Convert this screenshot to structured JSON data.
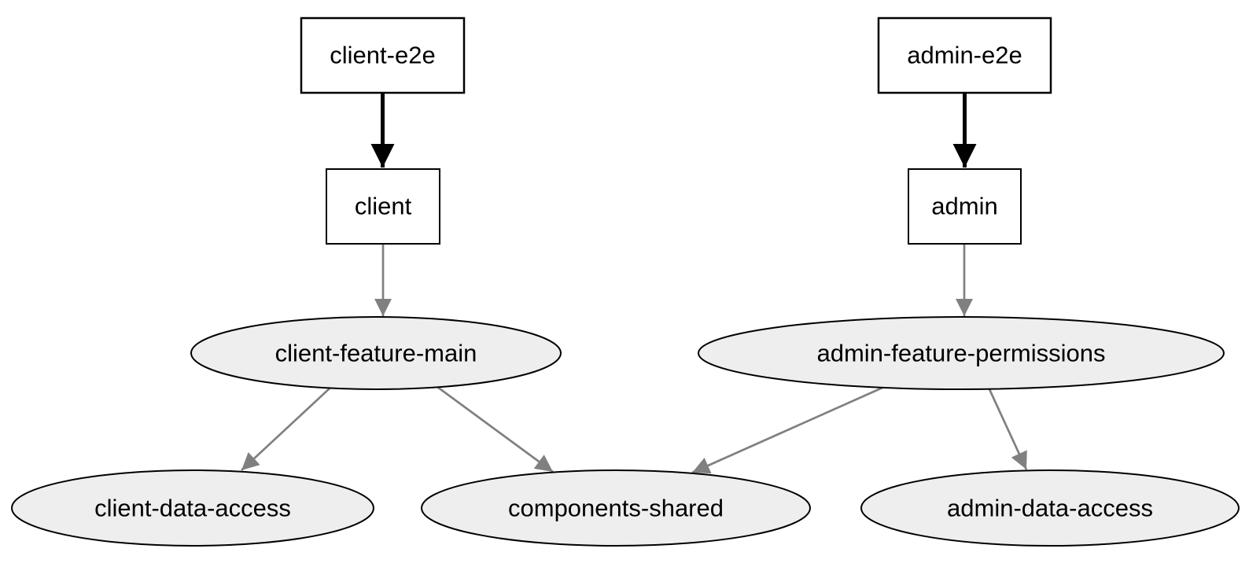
{
  "diagram": {
    "type": "dependency-graph",
    "background": "#ffffff",
    "colors": {
      "node_border": "#000000",
      "rect_fill": "#ffffff",
      "ellipse_fill": "#eeeeee",
      "edge_strong": "#000000",
      "edge_regular": "#808080",
      "label": "#000000"
    },
    "nodes": [
      {
        "id": "client-e2e",
        "label": "client-e2e",
        "shape": "rect"
      },
      {
        "id": "admin-e2e",
        "label": "admin-e2e",
        "shape": "rect"
      },
      {
        "id": "client",
        "label": "client",
        "shape": "rect"
      },
      {
        "id": "admin",
        "label": "admin",
        "shape": "rect"
      },
      {
        "id": "client-feature-main",
        "label": "client-feature-main",
        "shape": "ellipse"
      },
      {
        "id": "admin-feature-permissions",
        "label": "admin-feature-permissions",
        "shape": "ellipse"
      },
      {
        "id": "client-data-access",
        "label": "client-data-access",
        "shape": "ellipse"
      },
      {
        "id": "components-shared",
        "label": "components-shared",
        "shape": "ellipse"
      },
      {
        "id": "admin-data-access",
        "label": "admin-data-access",
        "shape": "ellipse"
      }
    ],
    "edges": [
      {
        "from": "client-e2e",
        "to": "client",
        "style": "strong"
      },
      {
        "from": "admin-e2e",
        "to": "admin",
        "style": "strong"
      },
      {
        "from": "client",
        "to": "client-feature-main",
        "style": "regular"
      },
      {
        "from": "admin",
        "to": "admin-feature-permissions",
        "style": "regular"
      },
      {
        "from": "client-feature-main",
        "to": "client-data-access",
        "style": "regular"
      },
      {
        "from": "client-feature-main",
        "to": "components-shared",
        "style": "regular"
      },
      {
        "from": "admin-feature-permissions",
        "to": "components-shared",
        "style": "regular"
      },
      {
        "from": "admin-feature-permissions",
        "to": "admin-data-access",
        "style": "regular"
      }
    ]
  }
}
